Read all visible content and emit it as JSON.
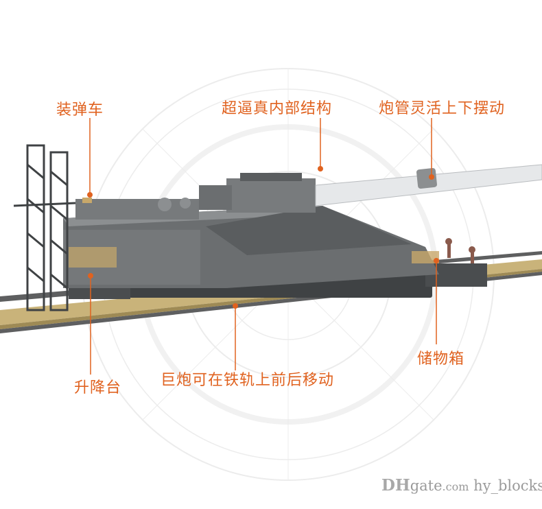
{
  "colors": {
    "accent": "#e0621f",
    "leader": "#e0621f",
    "body": "#6b6e70",
    "body_dark": "#3f4244",
    "body_light": "#8c8f91",
    "barrel": "#e6e8ea",
    "rail_tan": "#c9b37a",
    "rail_dark": "#5e5f60",
    "tan_parts": "#c8a86a",
    "guide_circle": "#e9e9e9"
  },
  "callouts": {
    "loading_car": "装弹车",
    "internal_structure": "超逼真内部结构",
    "barrel_swing": "炮管灵活上下摆动",
    "lift_platform": "升降台",
    "rail_movement": "巨炮可在铁轨上前后移动",
    "storage_box": "储物箱"
  },
  "watermark": {
    "brand": "DHgate.com",
    "brand_prefix": "D",
    "brand_h": "H",
    "brand_rest": "gate",
    "brand_dot": ".com",
    "seller": "hy_blocks"
  },
  "icons": {
    "crosshair": "crosshair-circle-icon",
    "leader_dot": "leader-dot-icon"
  }
}
